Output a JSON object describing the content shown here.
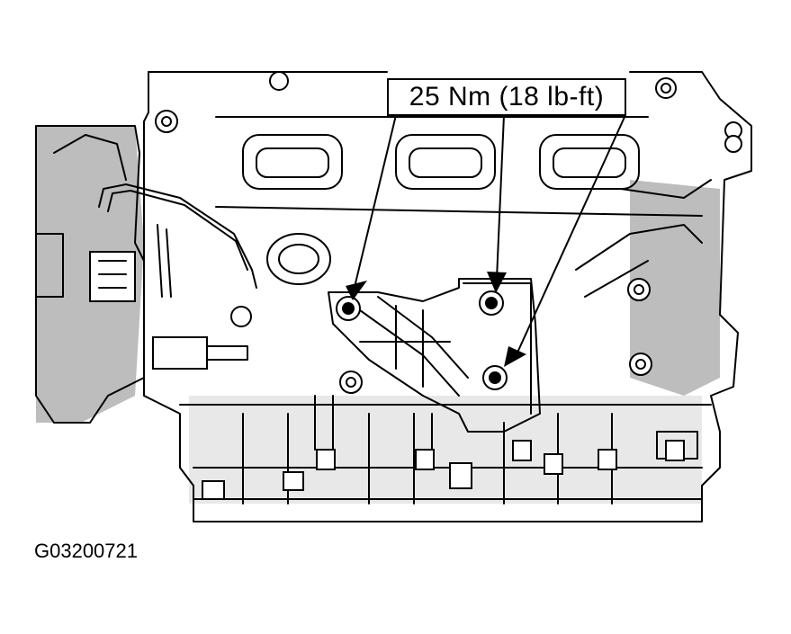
{
  "figure": {
    "torque_label": "25 Nm (18 lb-ft)",
    "figure_id": "G03200721"
  },
  "colors": {
    "line": "#000000",
    "background": "#ffffff",
    "shade": "#bdbdbd"
  },
  "icons": [
    "engine-block-illustration",
    "bolt-icon",
    "callout-arrow"
  ]
}
